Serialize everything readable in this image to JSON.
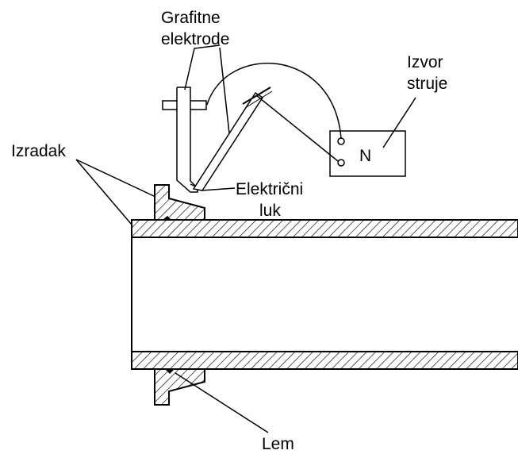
{
  "labels": {
    "grafitne_line1": "Grafitne",
    "grafitne_line2": "elektrode",
    "izvor_line1": "Izvor",
    "izvor_line2": "struje",
    "izradak": "Izradak",
    "elektricni_line1": "Električni",
    "elektricni_line2": "luk",
    "lem": "Lem",
    "power_source_symbol": "N"
  },
  "colors": {
    "stroke": "#000000",
    "background": "#ffffff"
  }
}
